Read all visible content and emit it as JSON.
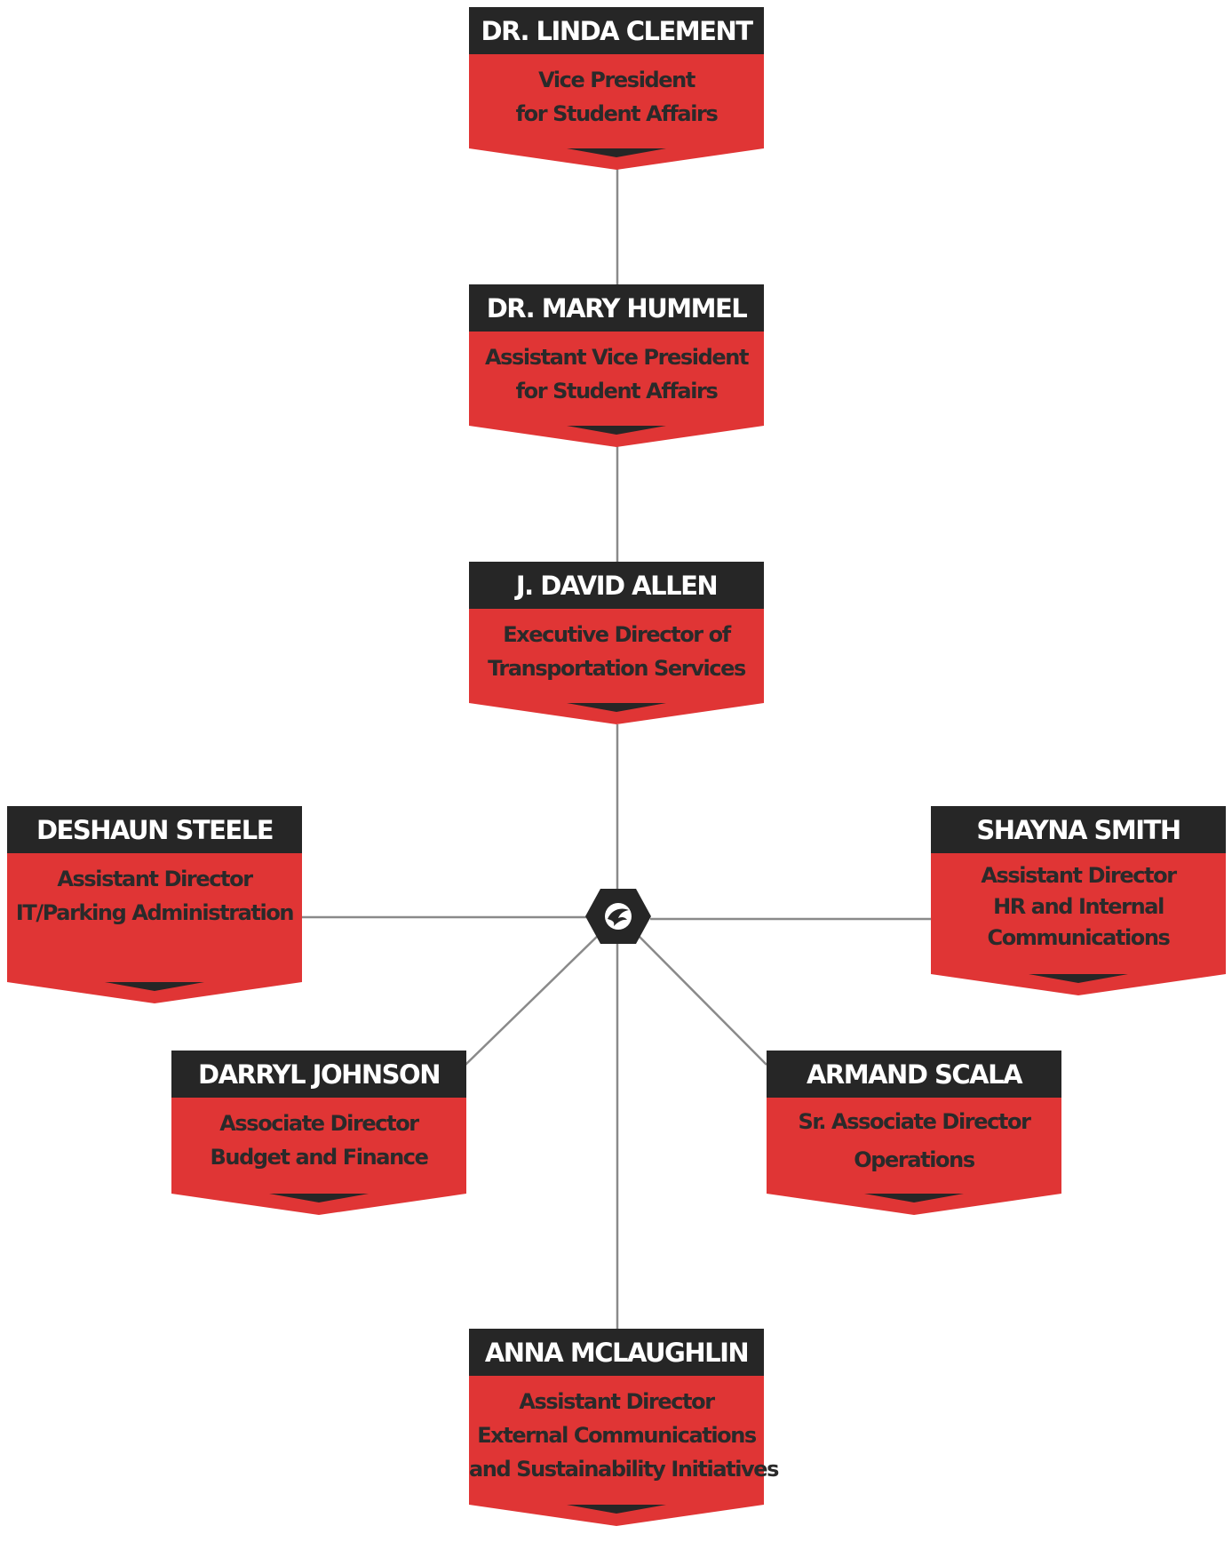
{
  "colors": {
    "header": "#262626",
    "card": "#e03535",
    "connector": "#8a8a8a",
    "hub": "#262626"
  },
  "hub": {
    "icon": "logo-icon"
  },
  "people": [
    {
      "id": "linda",
      "name": "DR. LINDA CLEMENT",
      "title_lines": [
        "Vice President",
        "for Student Affairs"
      ]
    },
    {
      "id": "mary",
      "name": "DR. MARY HUMMEL",
      "title_lines": [
        "Assistant Vice President",
        "for Student Affairs"
      ]
    },
    {
      "id": "david",
      "name": "J. DAVID ALLEN",
      "title_lines": [
        "Executive Director of",
        "Transportation Services"
      ]
    },
    {
      "id": "deshaun",
      "name": "DESHAUN STEELE",
      "title_lines": [
        "Assistant Director",
        "IT/Parking Administration"
      ]
    },
    {
      "id": "shayna",
      "name": "SHAYNA SMITH",
      "title_lines": [
        "Assistant Director",
        "HR and Internal",
        "Communications"
      ]
    },
    {
      "id": "darryl",
      "name": "DARRYL JOHNSON",
      "title_lines": [
        "Associate Director",
        "Budget and Finance"
      ]
    },
    {
      "id": "armand",
      "name": "ARMAND SCALA",
      "title_lines": [
        "Sr. Associate Director",
        "Operations"
      ]
    },
    {
      "id": "anna",
      "name": "ANNA MCLAUGHLIN",
      "title_lines": [
        "Assistant Director",
        "External Communications",
        "and Sustainability Initiatives"
      ]
    }
  ]
}
